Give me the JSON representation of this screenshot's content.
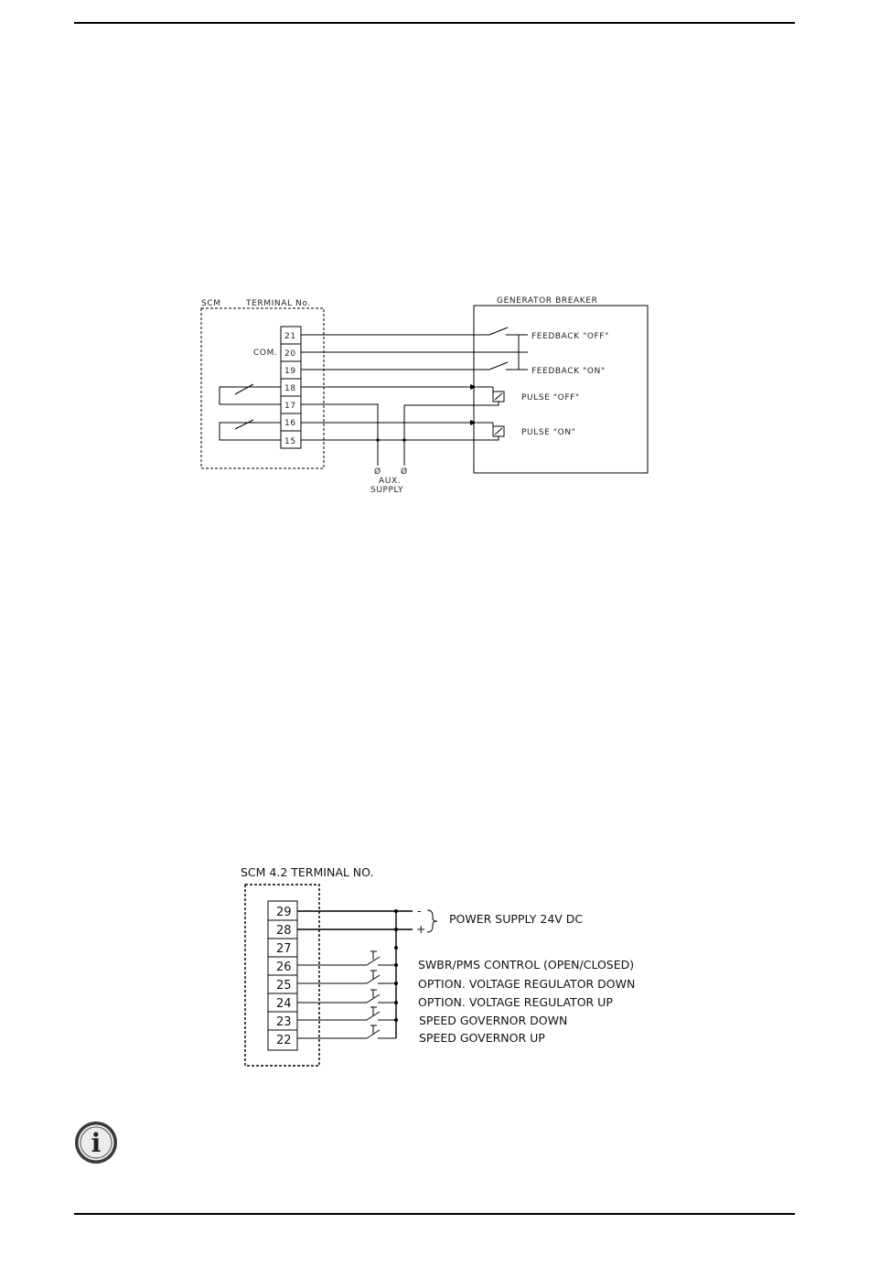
{
  "diagram1": {
    "scm_label": "SCM",
    "terminal_heading": "TERMINAL No.",
    "breaker_title": "GENERATOR BREAKER",
    "com_label": "COM.",
    "terminals": [
      "21",
      "20",
      "19",
      "18",
      "17",
      "16",
      "15"
    ],
    "feedback_off": "FEEDBACK \"OFF\"",
    "feedback_on": "FEEDBACK \"ON\"",
    "pulse_off": "PULSE \"OFF\"",
    "pulse_on": "PULSE \"ON\"",
    "aux_supply_line1": "AUX.",
    "aux_supply_line2": "SUPPLY",
    "aux_symbol": "Ø"
  },
  "diagram2": {
    "heading": "SCM 4.2 TERMINAL NO.",
    "terminals": [
      "29",
      "28",
      "27",
      "26",
      "25",
      "24",
      "23",
      "22"
    ],
    "minus_label": "-",
    "plus_label": "+",
    "power_supply": "POWER SUPPLY 24V DC",
    "functions": [
      "SWBR/PMS CONTROL (OPEN/CLOSED)",
      "OPTION. VOLTAGE REGULATOR DOWN",
      "OPTION. VOLTAGE REGULATOR UP",
      "SPEED GOVERNOR DOWN",
      "SPEED GOVERNOR UP"
    ]
  },
  "note": {
    "icon": "info-icon",
    "icon_glyph": "i"
  }
}
